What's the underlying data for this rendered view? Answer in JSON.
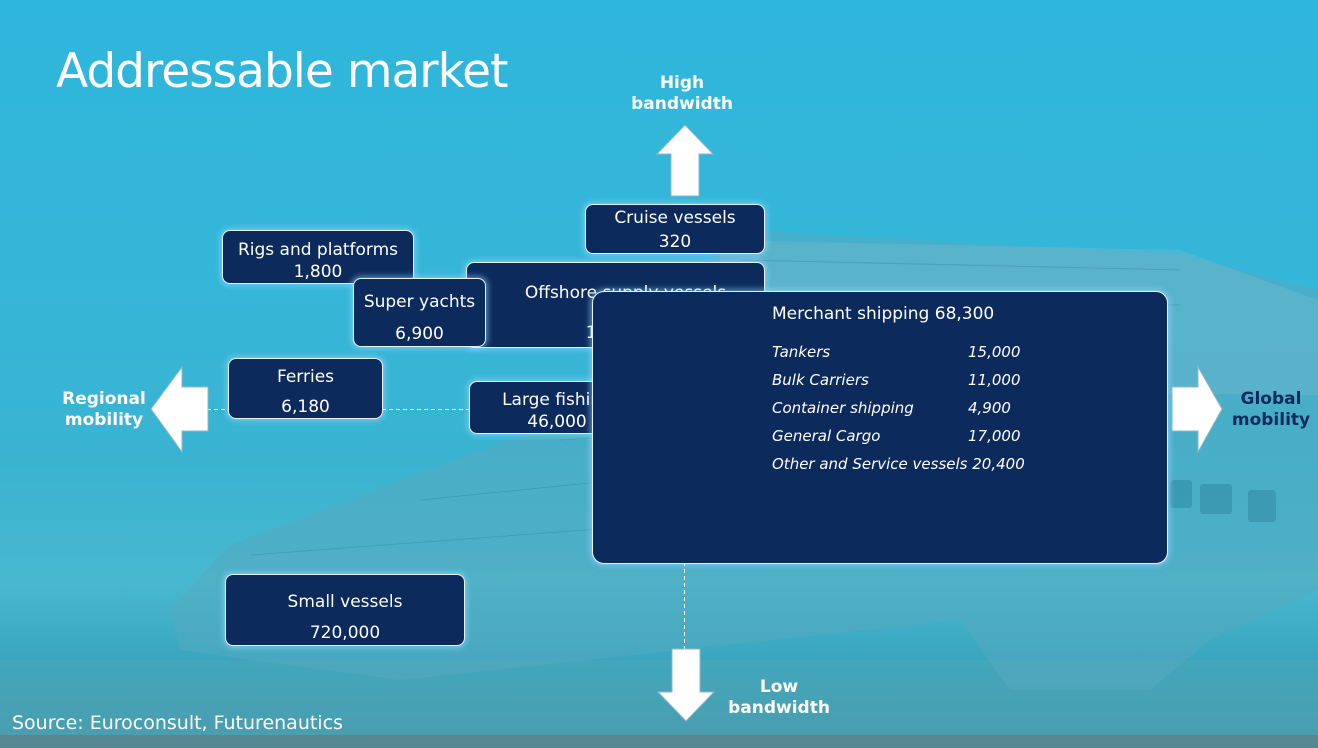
{
  "title": "Addressable market",
  "axes": {
    "top": [
      "High",
      "bandwidth"
    ],
    "bottom": [
      "Low",
      "bandwidth"
    ],
    "left": [
      "Regional",
      "mobility"
    ],
    "right": [
      "Global",
      "mobility"
    ]
  },
  "segments": {
    "cruise": {
      "name": "Cruise vessels",
      "value": "320"
    },
    "rigs": {
      "name": "Rigs and platforms",
      "value": "1,800"
    },
    "yachts": {
      "name": "Super yachts",
      "value": "6,900"
    },
    "offshore": {
      "name": "Offshore supply vessels",
      "value": "13,000"
    },
    "ferries": {
      "name": "Ferries",
      "value": "6,180"
    },
    "fishing": {
      "name": "Large fishing",
      "value": "46,000"
    },
    "small": {
      "name": "Small vessels",
      "value": "720,000"
    }
  },
  "merchant": {
    "title": "Merchant shipping 68,300",
    "rows": [
      {
        "label": "Tankers",
        "value": "15,000"
      },
      {
        "label": "Bulk Carriers",
        "value": "11,000"
      },
      {
        "label": "Container shipping",
        "value": "4,900"
      },
      {
        "label": "General Cargo",
        "value": "17,000"
      },
      {
        "label": "Other and Service vessels 20,400",
        "value": ""
      }
    ]
  },
  "source": "Source: Euroconsult, Futurenautics",
  "colors": {
    "box": "#0d2a5c",
    "global_label": "#0d2a5c",
    "axis_label": "#ffffff",
    "background": "#35b6d9"
  }
}
